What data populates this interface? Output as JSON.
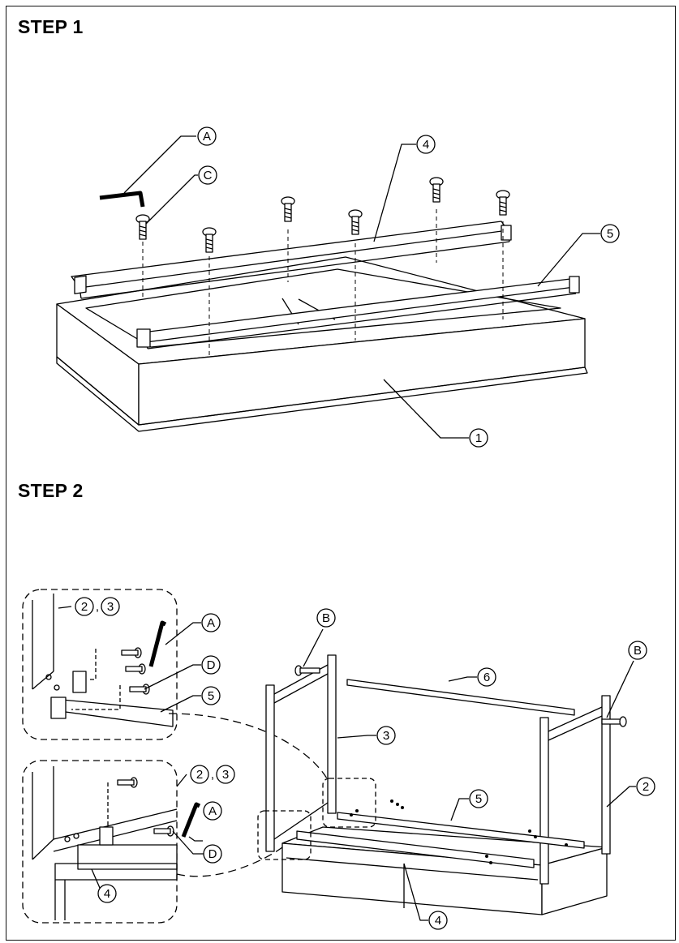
{
  "steps": [
    {
      "title": "STEP 1"
    },
    {
      "title": "STEP 2"
    }
  ],
  "callouts": {
    "allen_key": "A",
    "bolt_b": "B",
    "bolt_c": "C",
    "bolt_d": "D",
    "part_1": "1",
    "part_2": "2",
    "part_3": "3",
    "part_4": "4",
    "part_5": "5",
    "part_6": "6",
    "parts_2_3": "2,3"
  }
}
